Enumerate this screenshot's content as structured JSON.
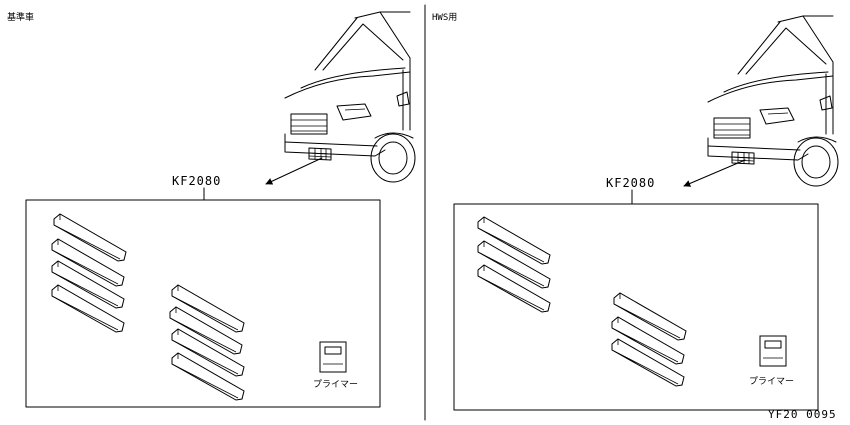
{
  "left_panel": {
    "title": "基準車",
    "part_number": "KF2080",
    "primer_label": "プライマー"
  },
  "right_panel": {
    "title": "HWS用",
    "part_number": "KF2080",
    "primer_label": "プライマー"
  },
  "figure_code": "YF20 0095"
}
